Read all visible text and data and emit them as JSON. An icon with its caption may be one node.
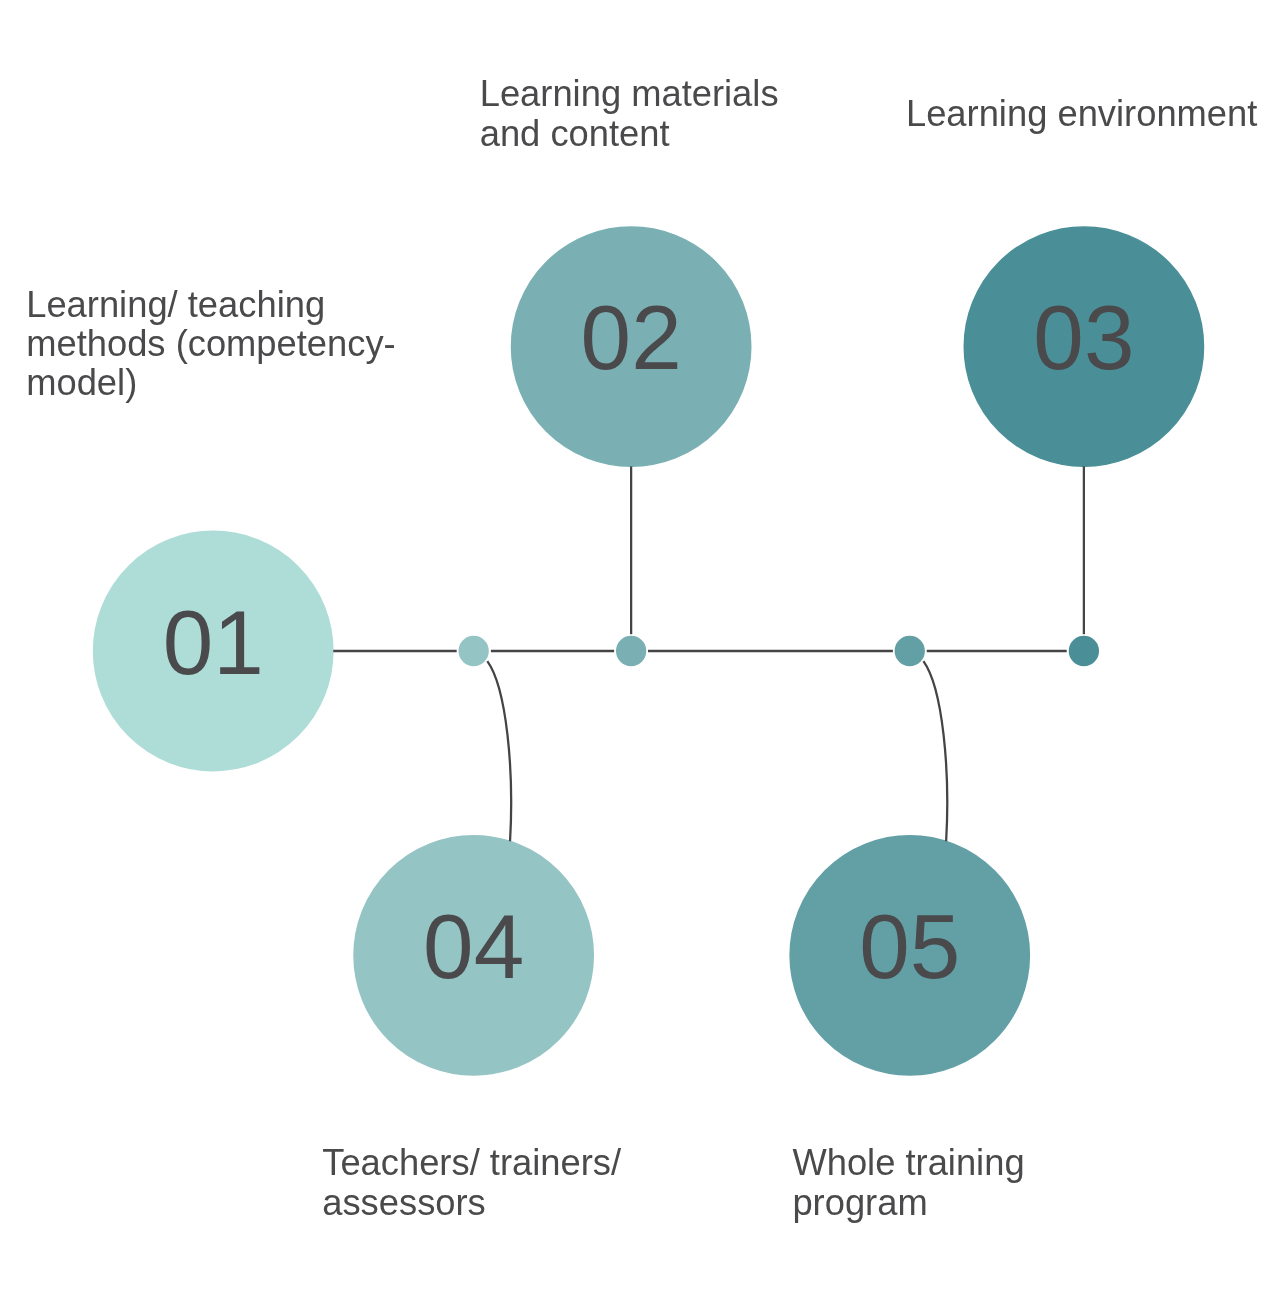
{
  "diagram": {
    "nodes": [
      {
        "text": [
          "01"
        ],
        "beside": [
          "Learning/ teaching methods (competency-model)"
        ]
      },
      {
        "text": [
          "02"
        ],
        "beside": [
          "Learning materials and content"
        ]
      },
      {
        "text": [
          "03"
        ],
        "beside": [
          "Learning environment"
        ]
      },
      {
        "text": [
          "04"
        ],
        "beside": [
          "Teachers/ trainers/ assessors"
        ]
      },
      {
        "text": [
          "05"
        ],
        "beside": [
          "Whole training program"
        ]
      },
      {
        "text": [],
        "shape": "circle"
      },
      {
        "text": [],
        "shape": "circle"
      },
      {
        "text": [],
        "shape": "circle"
      },
      {
        "text": [],
        "shape": "circle"
      }
    ],
    "edges": [
      {
        "from": 0,
        "to": 5,
        "arrow": "none"
      },
      {
        "from": 5,
        "to": 6,
        "arrow": "none"
      },
      {
        "from": 6,
        "to": 7,
        "arrow": "none"
      },
      {
        "from": 7,
        "to": 8,
        "arrow": "none"
      },
      {
        "from": 1,
        "to": 6,
        "arrow": "none"
      },
      {
        "from": 2,
        "to": 8,
        "arrow": "none"
      },
      {
        "from": 3,
        "to": 5,
        "arrow": "none"
      },
      {
        "from": 4,
        "to": 7,
        "arrow": "none"
      }
    ]
  }
}
